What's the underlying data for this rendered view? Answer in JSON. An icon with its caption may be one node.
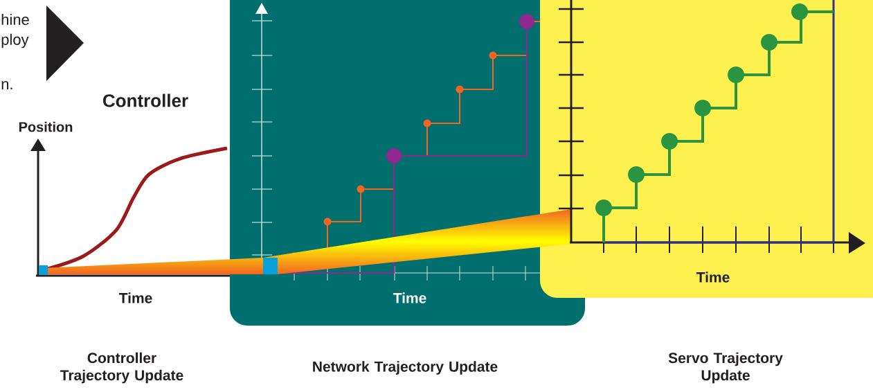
{
  "diagram": {
    "labels": [
      "hine",
      "ploy",
      "n.",
      "Controller",
      "Position",
      "Time",
      "Time",
      "Time",
      "Controller Trajectory Update",
      "Network Trajectory Update",
      "Servo Trajectory Update"
    ]
  }
}
